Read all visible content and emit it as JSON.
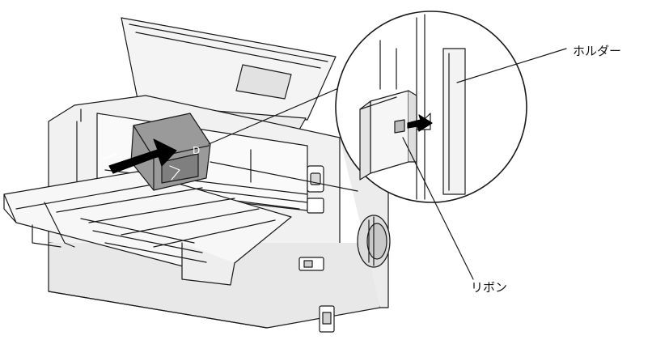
{
  "labels": {
    "holder": "ホルダー",
    "ribbon": "リボン"
  },
  "style": {
    "line_color": "#1a1a1a",
    "fill_light": "#f4f4f4",
    "fill_mid": "#e2e2e2",
    "fill_dark": "#9a9a9a",
    "arrow_color": "#000000"
  },
  "cartridge_mark": "D"
}
